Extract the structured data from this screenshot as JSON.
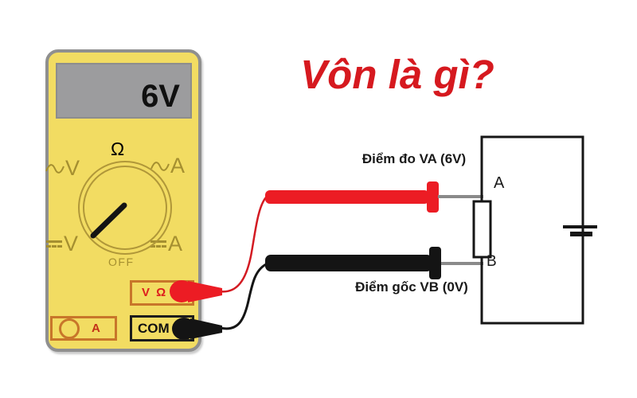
{
  "title": "Vôn là gì?",
  "meter": {
    "display_value": "6V",
    "dial": {
      "ohm_label": "Ω",
      "ac_voltage_label": "V",
      "ac_current_label": "A",
      "dc_voltage_label": "V",
      "dc_current_label": "A",
      "off_label": "OFF"
    },
    "jacks": {
      "probe_jack_label": "V Ω",
      "common_jack_label": "COM",
      "current_jack_label": "A"
    }
  },
  "circuit": {
    "measure_point_label": "Điểm đo VA (6V)",
    "reference_point_label": "Điểm gốc VB (0V)",
    "node_a_label": "A",
    "node_b_label": "B"
  },
  "colors": {
    "title_red": "#d6191f",
    "probe_red": "#ec1c24",
    "wire_black": "#141414",
    "meter_yellow": "#f2dc62",
    "dial_olive": "#a58f30",
    "jack_orange": "#c8762a",
    "display_gray": "#9c9c9e",
    "connector_gray": "#8a8a8a"
  }
}
